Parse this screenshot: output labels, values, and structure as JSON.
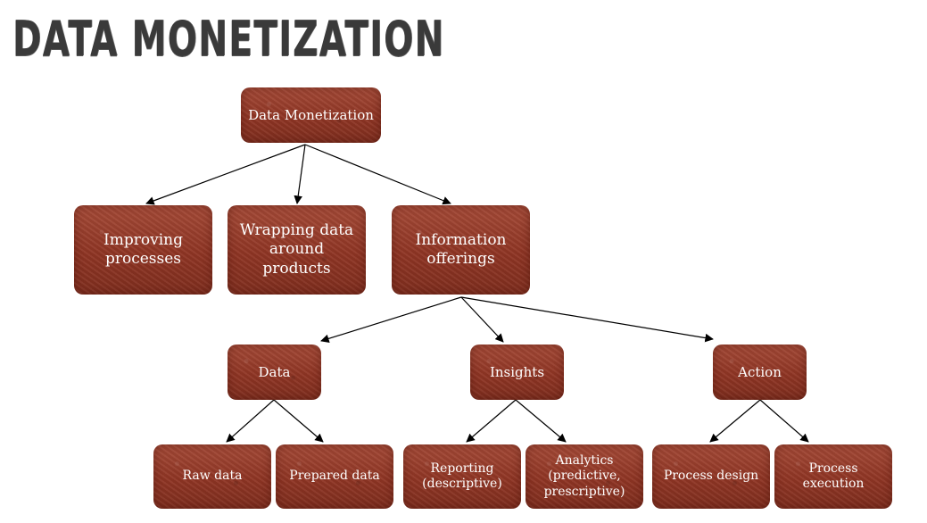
{
  "title": "DATA MONETIZATION",
  "colors": {
    "box": "#8f3524",
    "arrow": "#000000",
    "title": "#3a3a3a"
  },
  "nodes": {
    "root": "Data Monetization",
    "improving": "Improving processes",
    "wrapping": "Wrapping data around products",
    "information": "Information offerings",
    "data": "Data",
    "insights": "Insights",
    "action": "Action",
    "raw": "Raw data",
    "prepared": "Prepared data",
    "reporting": "Reporting (descriptive)",
    "analytics": "Analytics (predictive, prescriptive)",
    "process_design": "Process design",
    "process_execution": "Process execution"
  }
}
